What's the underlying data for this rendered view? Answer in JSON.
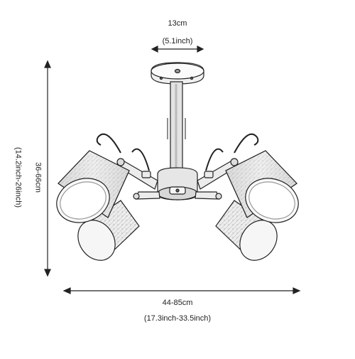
{
  "dimensions": {
    "top_width_cm": "13cm",
    "top_width_inch": "(5.1inch)",
    "height_cm": "36-66cm",
    "height_inch": "(14.2inch-26inch)",
    "span_cm": "44-85cm",
    "span_inch": "(17.3inch-33.5inch)"
  },
  "colors": {
    "line": "#222222",
    "shade_fill": "#e8e8e8",
    "shade_texture": "#bdbdbd",
    "metal": "#dadada"
  }
}
